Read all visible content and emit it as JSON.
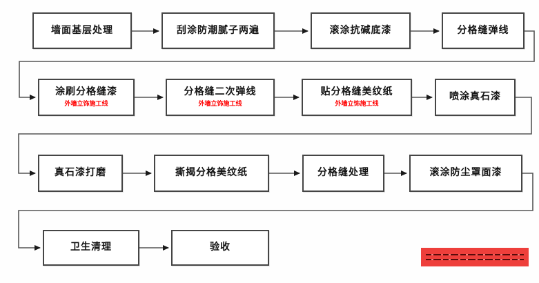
{
  "colors": {
    "box_border": "#454545",
    "box_bg": "#ffffff",
    "text": "#141414",
    "connector": "#555555",
    "arrowhead": "#1a1a1a",
    "watermark_red": "#ff0000",
    "badge_red": "#ee3f3b",
    "page_bg": "#fefefe"
  },
  "flowchart": {
    "type": "process-flow",
    "rows": [
      {
        "steps": [
          {
            "label": "墙面基层处理"
          },
          {
            "label": "刮涂防潮腻子两遍"
          },
          {
            "label": "滚涂抗碱底漆"
          },
          {
            "label": "分格缝弹线"
          }
        ]
      },
      {
        "steps": [
          {
            "label": "涂刷分格缝漆",
            "watermark": "外墙立饰施工线"
          },
          {
            "label": "分格缝二次弹线",
            "watermark": "外墙立饰施工线"
          },
          {
            "label": "贴分格缝美纹纸",
            "watermark": "外墙立饰施工线"
          },
          {
            "label": "喷涂真石漆"
          }
        ]
      },
      {
        "steps": [
          {
            "label": "真石漆打磨"
          },
          {
            "label": "撕揭分格美纹纸"
          },
          {
            "label": "分格缝处理"
          },
          {
            "label": "滚涂防尘罩面漆"
          }
        ]
      },
      {
        "steps": [
          {
            "label": "卫生清理"
          },
          {
            "label": "验收"
          }
        ]
      }
    ]
  }
}
